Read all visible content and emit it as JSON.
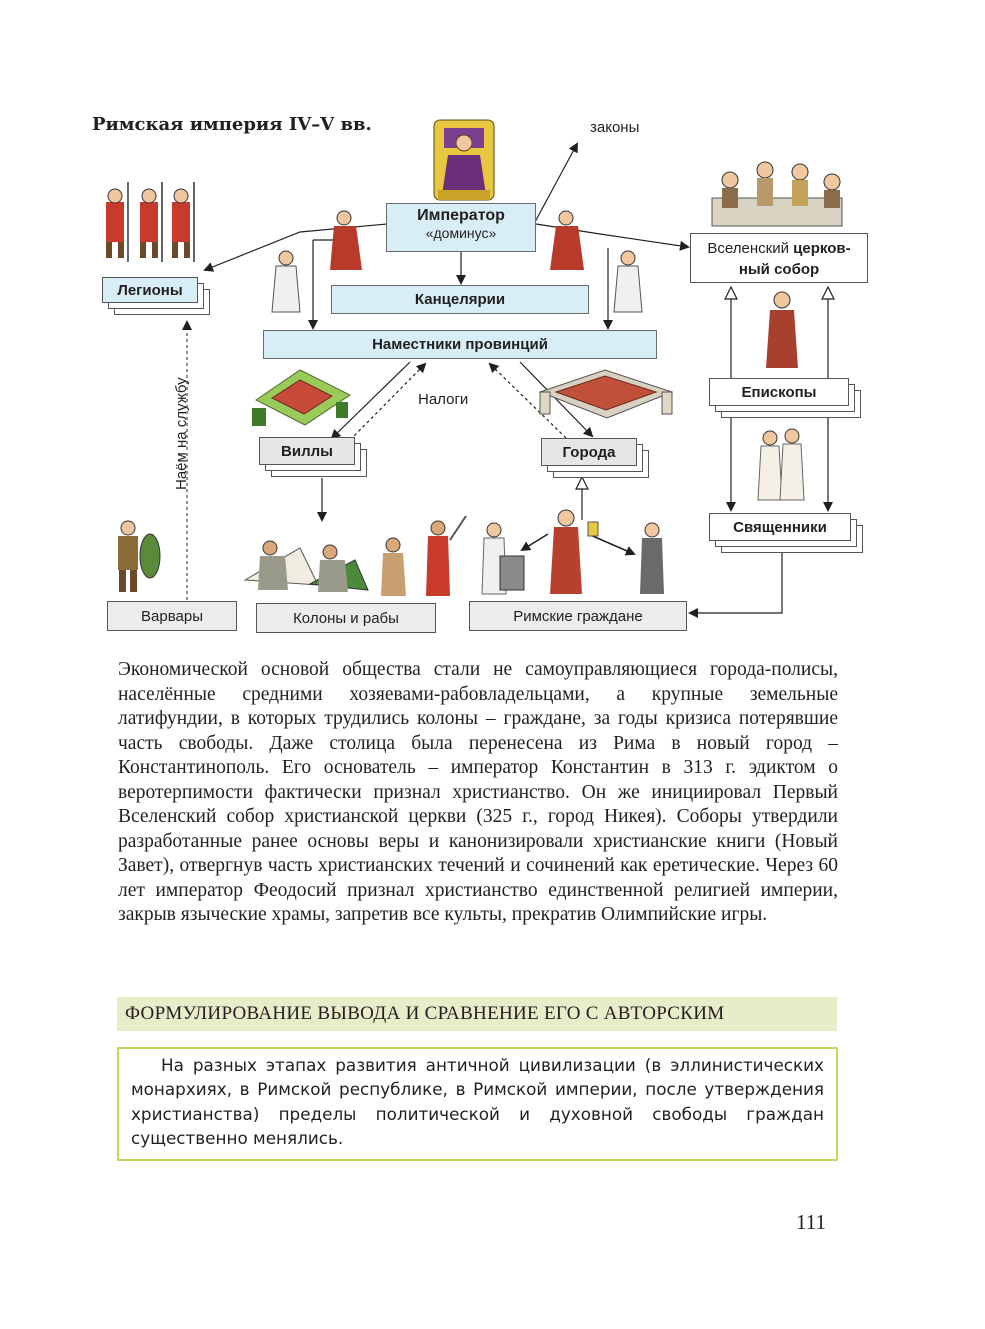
{
  "diagram": {
    "title": "Римская империя IV–V вв.",
    "laws_label": "законы",
    "emperor": {
      "line1": "Император",
      "line2": "«доминус»"
    },
    "chancellery": "Канцелярии",
    "governors": "Наместники провинций",
    "legions": "Легионы",
    "council": {
      "line1": "Вселенский",
      "line1b": "церков-",
      "line2": "ный собор"
    },
    "bishops": "Епископы",
    "priests": "Священники",
    "villas": "Виллы",
    "cities": "Города",
    "taxes": "Налоги",
    "hire_label": "Наём на службу",
    "barbarians": "Варвары",
    "coloni": "Колоны и рабы",
    "citizens": "Римские граждане",
    "colors": {
      "blue_box": "#d8eef7",
      "grey_box": "#e6e6e6",
      "green_frame": "#c6d65a",
      "heading_bg": "#e8ecc8"
    }
  },
  "body": {
    "paragraph": "Экономической основой общества стали не самоуправляющиеся города-полисы, населённые средними хозяевами-рабовладельцами, а крупные земельные латифундии, в которых трудились колоны – граждане, за годы кризиса потерявшие часть свободы. Даже столица была перенесена из Рима в новый город – Константинополь. Его основатель – император Константин в 313 г. эдиктом о веротерпимости фактически признал христианство. Он же инициировал Первый Вселенский собор христианской церкви (325 г., город Никея). Соборы утвердили разработанные ранее основы веры и канонизировали христианские книги (Новый Завет), отвергнув часть христианских течений и сочинений как еретические. Через 60 лет император Феодосий признал христианство единственной религией империи, закрыв языческие храмы, запретив все культы, прекратив Олимпийские игры."
  },
  "section_heading": "ФОРМУЛИРОВАНИЕ ВЫВОДА И СРАВНЕНИЕ ЕГО С АВТОРСКИМ",
  "conclusion": "На разных этапах развития античной цивилизации (в эллинистических монархиях, в Римской республике, в Римской империи, после утверждения христианства) пределы политической и духовной свободы граждан существенно менялись.",
  "page_number": "111",
  "illustrations": [
    "emperor-on-throne",
    "roman-legionaries",
    "bishops-council",
    "official-figures",
    "villa-estate",
    "walled-city",
    "barbarian-warrior",
    "coloni-and-slaves-working",
    "roman-citizens",
    "bishop-figure",
    "priest-figures"
  ]
}
